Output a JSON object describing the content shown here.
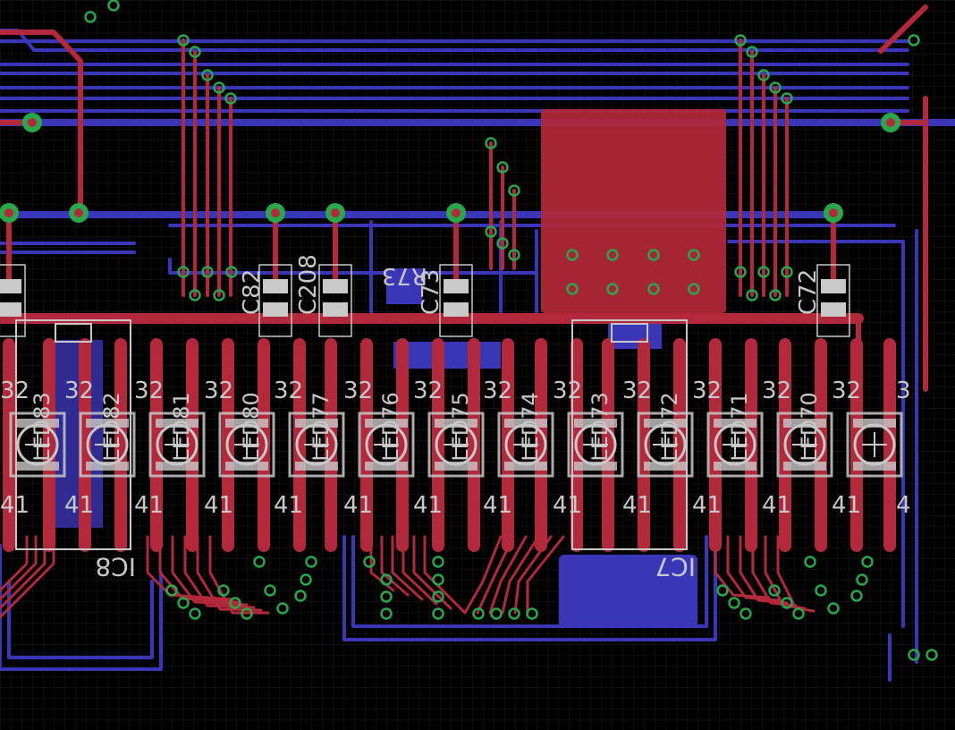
{
  "colors": {
    "background": "#000000",
    "grid": "#1c1c1c",
    "top_copper": "#b3283a",
    "bottom_copper": "#3a36b8",
    "via_ring": "#27a84a",
    "silkscreen": "#c8c8c8",
    "pad": "#c9c9c9"
  },
  "labels": {
    "cap_c82": "C82",
    "cap_c208": "C208",
    "cap_c72": "C72",
    "res_r73": "R73",
    "cap_c73": "C73",
    "ic_ic8": "IC8",
    "ic_ic7": "IC7",
    "pin_top": "32",
    "pin_bottom": "41",
    "pin_top_edge": "3",
    "pin_bottom_edge": "4",
    "led_labels": [
      "LED83",
      "LED82",
      "LED81",
      "LED80",
      "LED77",
      "LED76",
      "LED75",
      "LED74",
      "LED73",
      "LED72",
      "LED71",
      "LED70",
      ""
    ]
  }
}
